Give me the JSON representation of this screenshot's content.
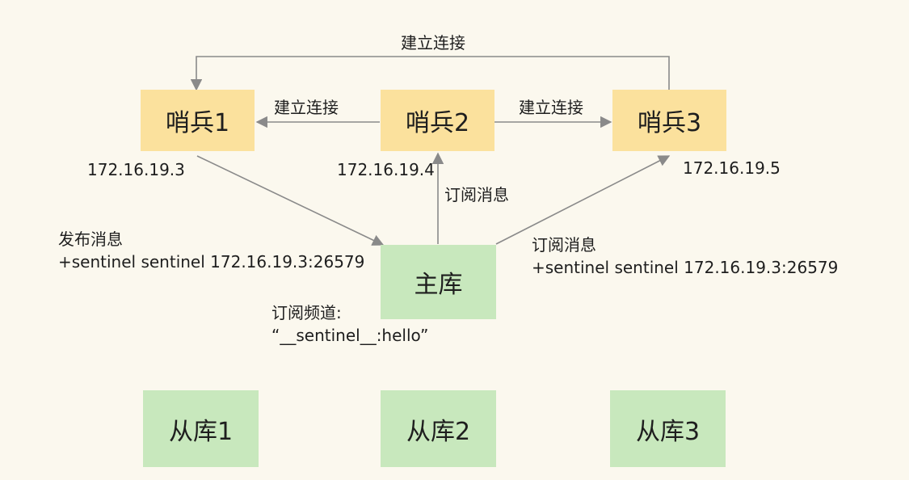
{
  "nodes": {
    "sentinel1": "哨兵1",
    "sentinel2": "哨兵2",
    "sentinel3": "哨兵3",
    "master": "主库",
    "replica1": "从库1",
    "replica2": "从库2",
    "replica3": "从库3"
  },
  "ips": {
    "sentinel1": "172.16.19.3",
    "sentinel2": "172.16.19.4",
    "sentinel3": "172.16.19.5"
  },
  "edges": {
    "s3_to_s1": "建立连接",
    "s2_to_s1": "建立连接",
    "s2_to_s3": "建立连接",
    "subscribe_s2": "订阅消息"
  },
  "notes": {
    "publish_title": "发布消息",
    "publish_msg": "+sentinel sentinel 172.16.19.3:26579",
    "subscribe_title": "订阅消息",
    "subscribe_msg": "+sentinel sentinel 172.16.19.3:26579",
    "channel_title": "订阅频道:",
    "channel_name": "“__sentinel__:hello”"
  },
  "colors": {
    "background": "#fbf8ee",
    "sentinel_fill": "#fbe19d",
    "db_fill": "#c8e8bd",
    "arrow": "#8a8a8a"
  }
}
